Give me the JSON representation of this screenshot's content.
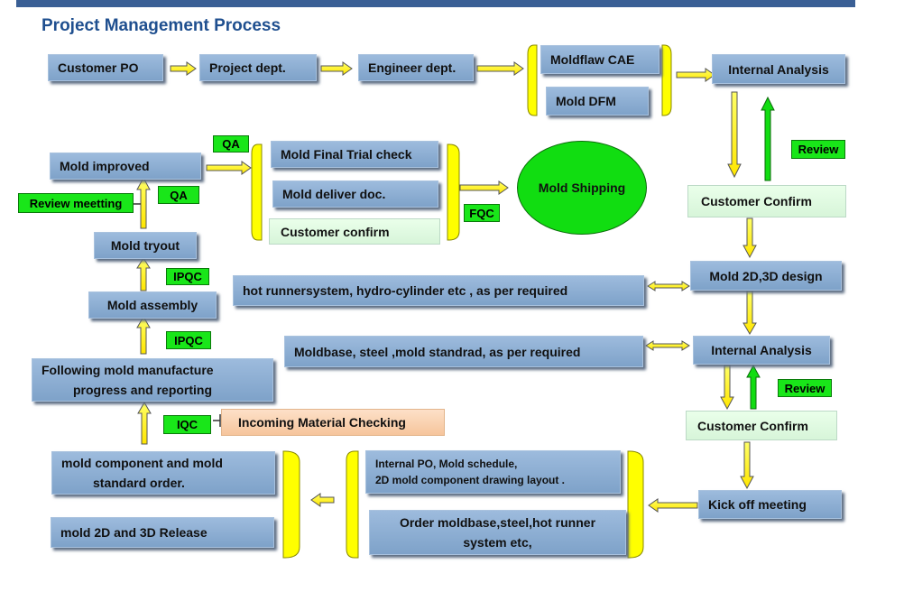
{
  "title": "Project Management Process",
  "nodes": {
    "customer_po": "Customer PO",
    "project_dept": "Project dept.",
    "engineer_dept": "Engineer dept.",
    "moldflaw_cae": "Moldflaw CAE",
    "mold_dfm": "Mold DFM",
    "internal_analysis_1": "Internal Analysis",
    "customer_confirm_1": "Customer Confirm",
    "mold_design": "Mold 2D,3D design",
    "hot_runner": "hot runnersystem, hydro-cylinder etc , as per required",
    "internal_analysis_2": "Internal Analysis",
    "moldbase_steel": "Moldbase, steel ,mold standrad, as per  required",
    "customer_confirm_2": "Customer Confirm",
    "kick_off": "Kick off meeting",
    "internal_po_line1": "Internal PO, Mold schedule,",
    "internal_po_line2": "2D mold component drawing layout .",
    "order_moldbase_line1": "Order moldbase,steel,hot runner",
    "order_moldbase_line2": "system etc,",
    "mold_component_line1": "mold component and mold",
    "mold_component_line2": "standard order.",
    "mold_release": "mold 2D and 3D Release",
    "incoming_material": "Incoming Material Checking",
    "following_line1": "Following mold manufacture",
    "following_line2": "progress and reporting",
    "mold_assembly": "Mold assembly",
    "mold_tryout": "Mold tryout",
    "review_meeting": "Review meetting",
    "mold_improved": "Mold  improved",
    "final_trial": "Mold Final Trial check",
    "deliver_doc": "Mold deliver doc.",
    "customer_confirm_3": "Customer confirm",
    "mold_shipping": "Mold Shipping"
  },
  "labels": {
    "review_1": "Review",
    "review_2": "Review",
    "qa_top": "QA",
    "qa_mid": "QA",
    "fqc": "FQC",
    "ipqc_1": "IPQC",
    "ipqc_2": "IPQC",
    "iqc": "IQC"
  },
  "colors": {
    "box_fill": "#8fb0d6",
    "header_bar": "#3a5f95",
    "title": "#1f4f8f",
    "arrow_fill": "#ffff33",
    "green_arrow": "#11dd11",
    "label_green": "#19e619",
    "bracket": "#ffff00"
  }
}
